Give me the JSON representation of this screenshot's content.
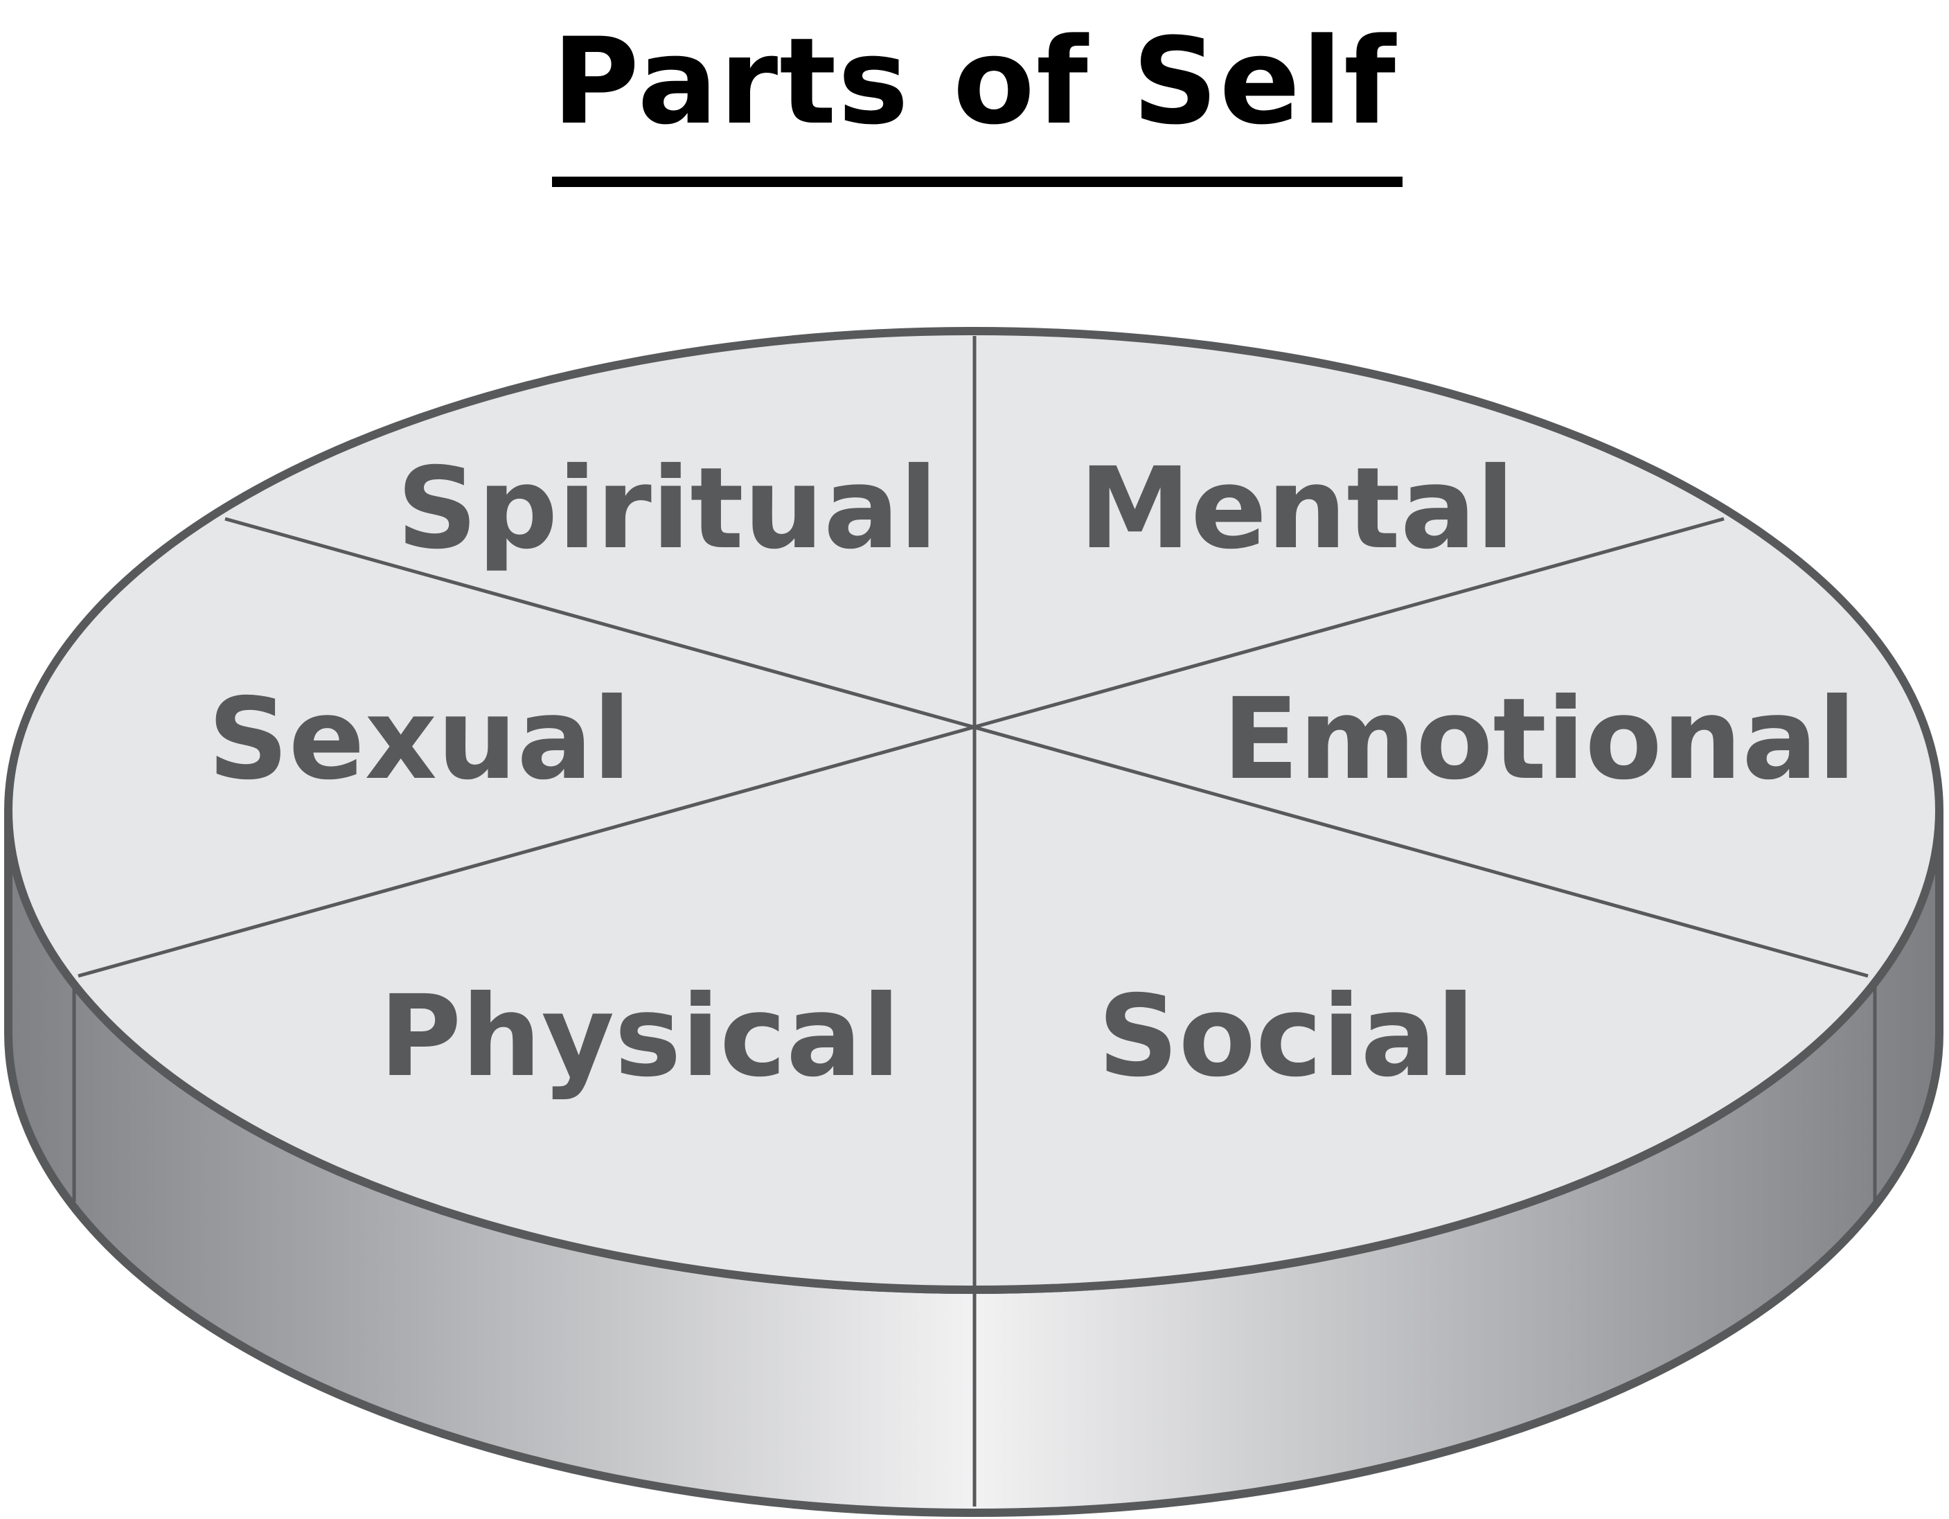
{
  "title": "Parts of Self",
  "segments": [
    {
      "id": "spiritual",
      "label": "Spiritual"
    },
    {
      "id": "mental",
      "label": "Mental"
    },
    {
      "id": "sexual",
      "label": "Sexual"
    },
    {
      "id": "emotional",
      "label": "Emotional"
    },
    {
      "id": "physical",
      "label": "Physical"
    },
    {
      "id": "social",
      "label": "Social"
    }
  ],
  "colors": {
    "title": "#000000",
    "outline": "#58595b",
    "top_face": "#e6e7e8",
    "label": "#58595b",
    "side_dark": "#8a8b8e",
    "side_light": "#f1f1f2"
  }
}
